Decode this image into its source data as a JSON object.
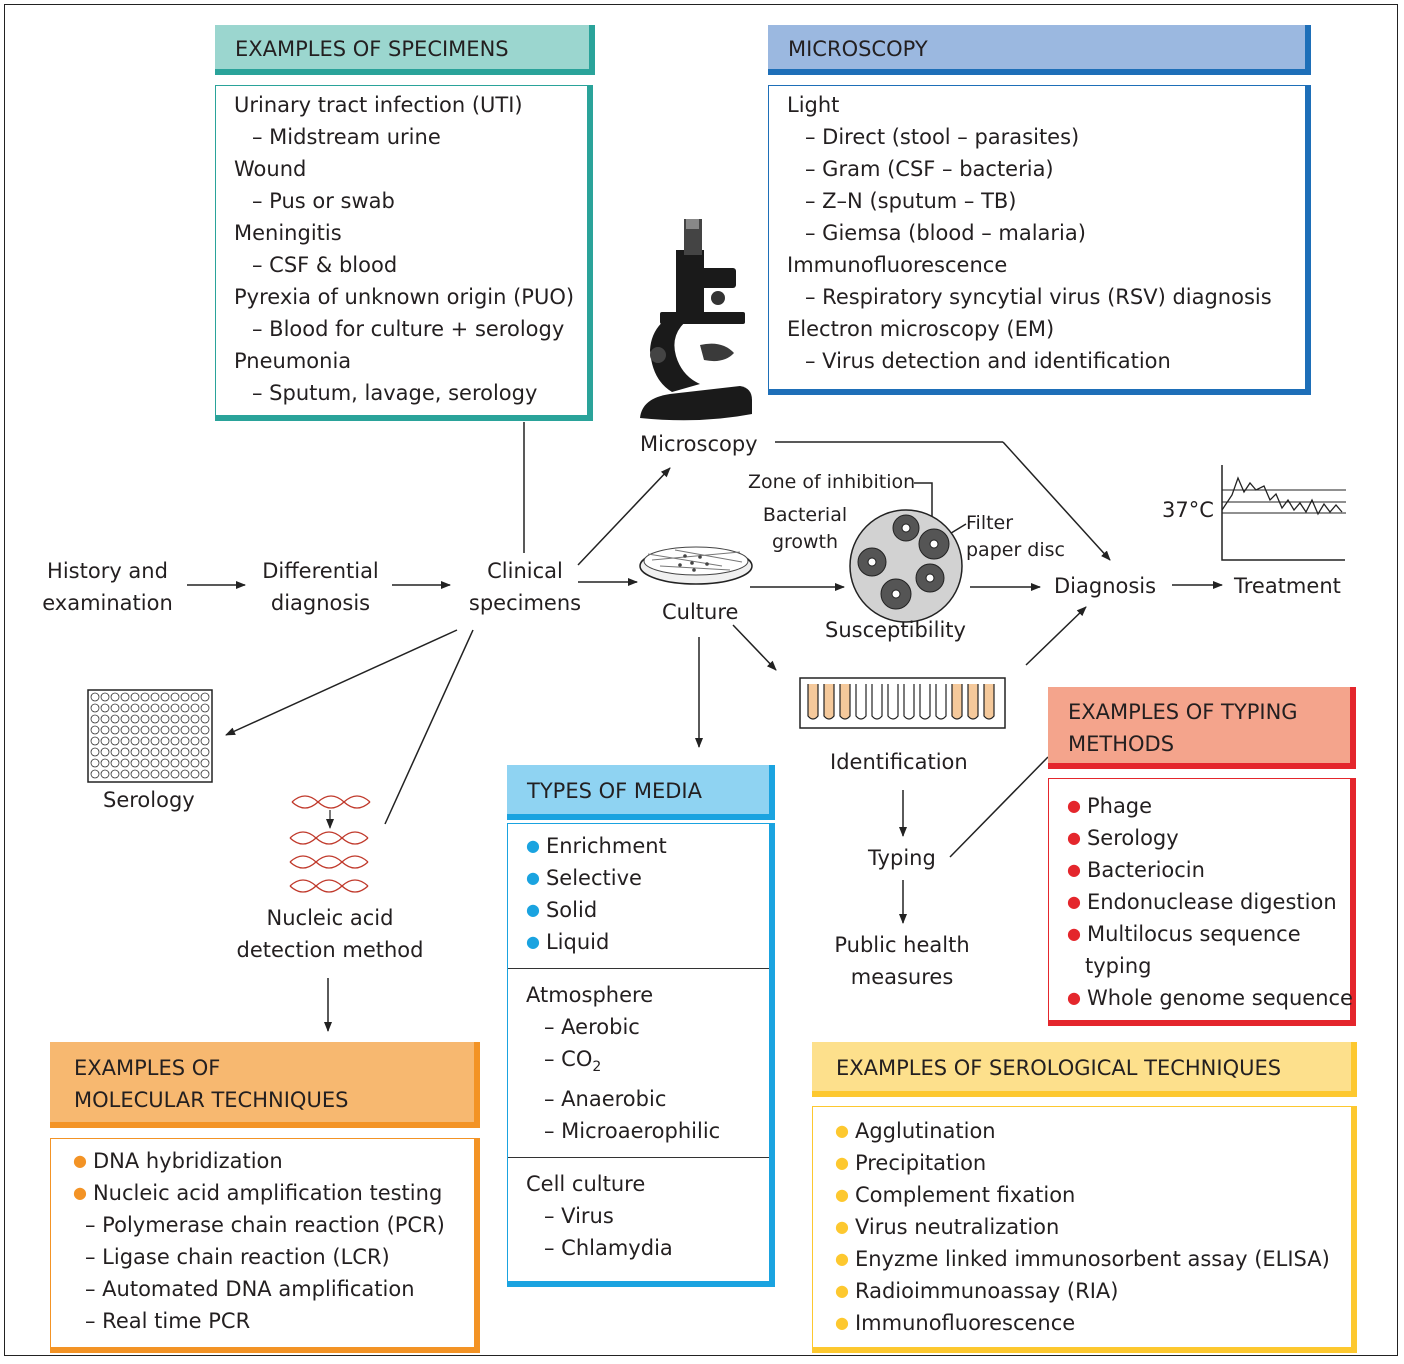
{
  "colors": {
    "teal": "#2aa39a",
    "teal_bg": "#9bd6cf",
    "blue": "#1e6fb8",
    "blue_bg": "#9bb8e0",
    "cyan": "#1aa3e0",
    "cyan_bg": "#8fd3f2",
    "red": "#e4262c",
    "red_bg": "#f4a48c",
    "orange": "#f39325",
    "orange_bg": "#f7b870",
    "yellow": "#fdc82f",
    "yellow_bg": "#fde08c"
  },
  "boxes": {
    "specimens": {
      "title": "EXAMPLES OF SPECIMENS",
      "items": [
        {
          "text": "Urinary tract infection (UTI)",
          "indent": false
        },
        {
          "text": "– Midstream urine",
          "indent": true
        },
        {
          "text": "Wound",
          "indent": false
        },
        {
          "text": "– Pus or swab",
          "indent": true
        },
        {
          "text": "Meningitis",
          "indent": false
        },
        {
          "text": "– CSF & blood",
          "indent": true
        },
        {
          "text": "Pyrexia of unknown origin (PUO)",
          "indent": false
        },
        {
          "text": "– Blood for culture + serology",
          "indent": true
        },
        {
          "text": "Pneumonia",
          "indent": false
        },
        {
          "text": "– Sputum, lavage, serology",
          "indent": true
        }
      ]
    },
    "microscopy": {
      "title": "MICROSCOPY",
      "items": [
        {
          "text": "Light",
          "indent": false
        },
        {
          "text": "– Direct (stool – parasites)",
          "indent": true
        },
        {
          "text": "– Gram (CSF – bacteria)",
          "indent": true
        },
        {
          "text": "– Z–N (sputum – TB)",
          "indent": true
        },
        {
          "text": "– Giemsa (blood – malaria)",
          "indent": true
        },
        {
          "text": "Immunofluorescence",
          "indent": false
        },
        {
          "text": "– Respiratory syncytial virus (RSV) diagnosis",
          "indent": true
        },
        {
          "text": "Electron microscopy (EM)",
          "indent": false
        },
        {
          "text": "– Virus detection and identification",
          "indent": true
        }
      ]
    },
    "media": {
      "title": "TYPES OF MEDIA",
      "bullets": [
        "Enrichment",
        "Selective",
        "Solid",
        "Liquid"
      ],
      "atmosphere_title": "Atmosphere",
      "atmosphere": [
        "– Aerobic",
        "– CO",
        "– Anaerobic",
        "– Microaerophilic"
      ],
      "co2_sub": "2",
      "cell_title": "Cell culture",
      "cell": [
        "– Virus",
        "– Chlamydia"
      ]
    },
    "typing": {
      "title_line1": "EXAMPLES OF TYPING",
      "title_line2": "METHODS",
      "items": [
        "Phage",
        "Serology",
        "Bacteriocin",
        "Endonuclease digestion",
        "Multilocus sequence",
        "Whole genome sequence"
      ],
      "continuation": "typing"
    },
    "molecular": {
      "title_line1": "EXAMPLES OF",
      "title_line2": "MOLECULAR TECHNIQUES",
      "bullets": [
        "DNA hybridization",
        "Nucleic acid amplification testing"
      ],
      "sub": [
        "– Polymerase chain reaction (PCR)",
        "– Ligase chain reaction (LCR)",
        "– Automated DNA amplification",
        "– Real time PCR"
      ]
    },
    "serological": {
      "title": "EXAMPLES OF SEROLOGICAL TECHNIQUES",
      "items": [
        "Agglutination",
        "Precipitation",
        "Complement fixation",
        "Virus neutralization",
        "Enyzme linked immunosorbent assay (ELISA)",
        "Radioimmunoassay (RIA)",
        "Immunofluorescence"
      ]
    }
  },
  "nodes": {
    "history_1": "History and",
    "history_2": "examination",
    "differential_1": "Differential",
    "differential_2": "diagnosis",
    "clinical_1": "Clinical",
    "clinical_2": "specimens",
    "microscopy": "Microscopy",
    "culture": "Culture",
    "zone": "Zone of inhibition",
    "bacterial_1": "Bacterial",
    "bacterial_2": "growth",
    "filter_1": "Filter",
    "filter_2": "paper disc",
    "susceptibility": "Susceptibility",
    "diagnosis": "Diagnosis",
    "treatment": "Treatment",
    "temp": "37°C",
    "identification": "Identification",
    "typing": "Typing",
    "public_1": "Public health",
    "public_2": "measures",
    "serology": "Serology",
    "nucleic_1": "Nucleic acid",
    "nucleic_2": "detection method"
  },
  "icons": [
    "microscope-icon",
    "petri-dish-icon",
    "susceptibility-plate-icon",
    "temperature-chart-icon",
    "test-tube-rack-icon",
    "microtitre-plate-icon",
    "dna-helix-icon"
  ]
}
